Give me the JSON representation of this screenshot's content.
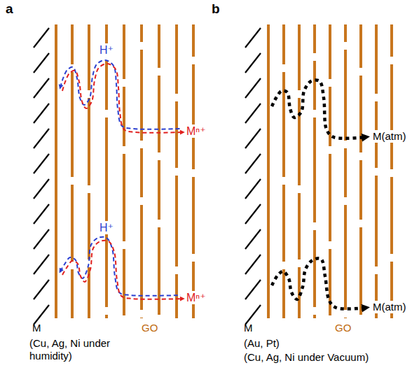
{
  "diagram": {
    "labels": [
      "a",
      "H⁺",
      "Mⁿ⁺",
      "H⁺",
      "Mⁿ⁺",
      "M",
      "GO",
      "(Cu, Ag, Ni under humidity)",
      "b",
      "M(atm)",
      "M(atm)",
      "M",
      "GO",
      "(Au, Pt)",
      "(Cu, Ag, Ni under Vacuum)"
    ]
  }
}
